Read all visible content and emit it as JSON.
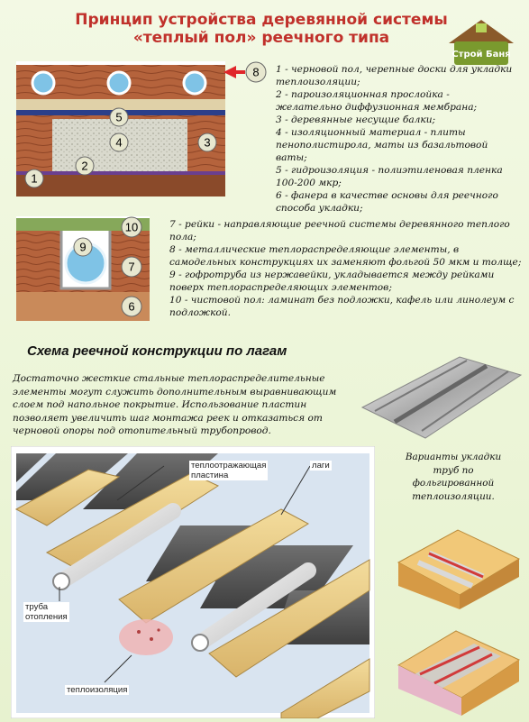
{
  "title": {
    "line1": "Принцип устройства деревянной системы",
    "line2": "«теплый пол» реечного типа"
  },
  "logo": {
    "text": "Строй Баня"
  },
  "figure1": {
    "labels": [
      "8",
      "5",
      "4",
      "3",
      "2",
      "1"
    ],
    "legend": [
      "1 - черновой пол, черепные доски для укладки",
      "теплоизоляции;",
      "2 - пароизоляционная прослойка -",
      "желательно диффузионная мембрана;",
      "3 - деревянные несущие балки;",
      "4 - изоляционный материал - плиты",
      "пенополистирола, маты из базальтовой",
      "ваты;",
      "5 - гидроизоляция - полиэтиленовая пленка",
      "100-200 мкр;",
      "6 - фанера в качестве основы для реечного",
      "способа укладки;"
    ]
  },
  "figure2": {
    "labels": [
      "10",
      "9",
      "7",
      "6"
    ],
    "legend": [
      "7 - рейки - направляющие реечной системы деревянного теплого",
      "пола;",
      "8 - металлические теплораспределяющие элементы, в",
      "самодельных конструкциях их заменяют фольгой 50 мкм и толще;",
      "9 - гофротруба из нержавейки, укладывается между рейками",
      "поверх теплораспределяющих элементов;",
      "10 - чистовой пол: ламинат без подложки, кафель или линолеум с",
      "подложкой."
    ]
  },
  "section": {
    "heading": "Схема реечной конструкции по лагам",
    "paragraph": [
      "Достаточно жесткие стальные теплораспределительные",
      "элементы могут служить дополнительным выравнивающим",
      "слоем под напольное покрытие. Использование пластин",
      "позволяет увеличить шаг монтажа реек и отказаться от",
      "черновой опоры под отопительный трубопровод."
    ]
  },
  "callouts": {
    "plate_line1": "теплоотражающая",
    "plate_line2": "пластина",
    "joists": "лаги",
    "pipe_line1": "труба",
    "pipe_line2": "отопления",
    "insulation": "теплоизоляция"
  },
  "variants": {
    "lines": [
      "Варианты укладки",
      "труб по",
      "фольгированной",
      "теплоизоляции."
    ]
  },
  "colors": {
    "title": "#c0312b",
    "wood": "#b5633c",
    "insulation": "#d8d8cc",
    "pipe": "#7fc3e6",
    "label_bg": "#e7e7cf",
    "arrow": "#e0262a"
  }
}
